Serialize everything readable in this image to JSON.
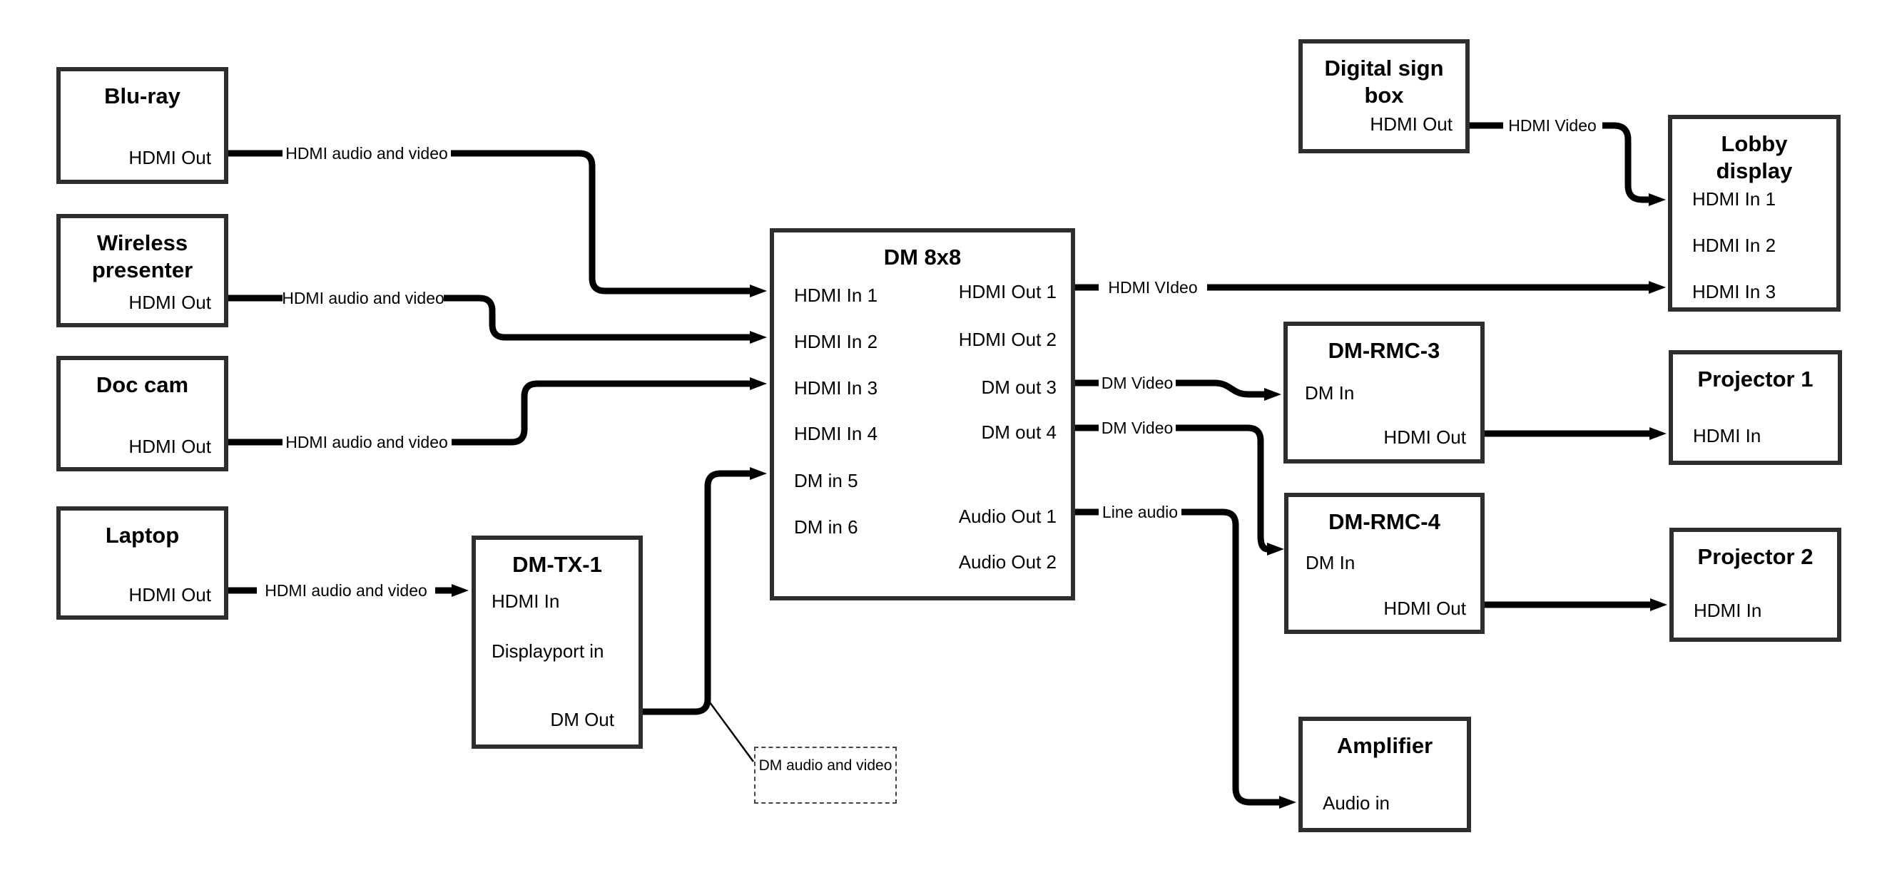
{
  "nodes": {
    "bluray": {
      "title": "Blu-ray",
      "ports": {
        "hdmi_out": "HDMI Out"
      }
    },
    "wireless_presenter": {
      "title": "Wireless presenter",
      "ports": {
        "hdmi_out": "HDMI Out"
      }
    },
    "doc_cam": {
      "title": "Doc cam",
      "ports": {
        "hdmi_out": "HDMI Out"
      }
    },
    "laptop": {
      "title": "Laptop",
      "ports": {
        "hdmi_out": "HDMI Out"
      }
    },
    "dm_tx_1": {
      "title": "DM-TX-1",
      "ports": {
        "hdmi_in": "HDMI In",
        "displayport_in": "Displayport in",
        "dm_out": "DM Out"
      }
    },
    "dm_8x8": {
      "title": "DM 8x8",
      "ports": {
        "hdmi_in_1": "HDMI In 1",
        "hdmi_in_2": "HDMI In 2",
        "hdmi_in_3": "HDMI In 3",
        "hdmi_in_4": "HDMI In 4",
        "dm_in_5": "DM in 5",
        "dm_in_6": "DM in 6",
        "hdmi_out_1": "HDMI Out 1",
        "hdmi_out_2": "HDMI Out 2",
        "dm_out_3": "DM out 3",
        "dm_out_4": "DM out 4",
        "audio_out_1": "Audio Out 1",
        "audio_out_2": "Audio Out 2"
      }
    },
    "digital_sign_box": {
      "title": "Digital sign box",
      "ports": {
        "hdmi_out": "HDMI Out"
      }
    },
    "lobby_display": {
      "title": "Lobby display",
      "ports": {
        "hdmi_in_1": "HDMI In 1",
        "hdmi_in_2": "HDMI In 2",
        "hdmi_in_3": "HDMI In 3"
      }
    },
    "dm_rmc_3": {
      "title": "DM-RMC-3",
      "ports": {
        "dm_in": "DM In",
        "hdmi_out": "HDMI Out"
      }
    },
    "projector_1": {
      "title": "Projector 1",
      "ports": {
        "hdmi_in": "HDMI In"
      }
    },
    "dm_rmc_4": {
      "title": "DM-RMC-4",
      "ports": {
        "dm_in": "DM In",
        "hdmi_out": "HDMI Out"
      }
    },
    "projector_2": {
      "title": "Projector 2",
      "ports": {
        "hdmi_in": "HDMI In"
      }
    },
    "amplifier": {
      "title": "Amplifier",
      "ports": {
        "audio_in": "Audio in"
      }
    }
  },
  "edges": {
    "bluray_to_dm8x8": {
      "label": "HDMI audio and video"
    },
    "wireless_to_dm8x8": {
      "label": "HDMI audio and video"
    },
    "doccam_to_dm8x8": {
      "label": "HDMI audio and video"
    },
    "laptop_to_dmtx1": {
      "label": "HDMI audio and video"
    },
    "out1_to_lobby": {
      "label": "HDMI VIdeo"
    },
    "sign_to_lobby": {
      "label": "HDMI Video"
    },
    "out3_to_rmc3": {
      "label": "DM Video"
    },
    "out4_to_rmc4": {
      "label": "DM Video"
    },
    "audio1_to_amp": {
      "label": "Line audio"
    }
  },
  "annotation": {
    "text": "DM audio and video"
  },
  "colors": {
    "wire": "#000000",
    "box_border": "#2e2e2e",
    "text": "#000000",
    "background": "#ffffff"
  }
}
